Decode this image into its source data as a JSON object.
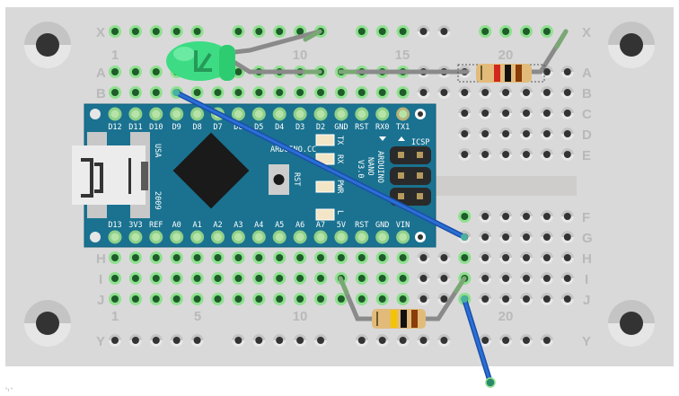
{
  "board": {
    "name": "Mini breadboard",
    "row_labels_top": [
      "X",
      "A",
      "B",
      "C",
      "D",
      "E"
    ],
    "row_labels_bottom": [
      "F",
      "G",
      "H",
      "I",
      "J",
      "Y"
    ],
    "col_labels": [
      "1",
      "5",
      "10",
      "15",
      "20"
    ],
    "col_label_values": [
      1,
      5,
      10,
      15,
      20
    ],
    "columns": 23,
    "colors": {
      "board": "#d9d9d9",
      "hole": "#333333",
      "hole_ring": "#c4c4c4",
      "hole_active": "#1e5c2a",
      "hole_active_ring": "#8ee08e",
      "label": "#b9b9b9",
      "divider": "#cfcdcb"
    }
  },
  "arduino": {
    "title_lines": [
      "ARDUINO",
      "NANO",
      "V3.0"
    ],
    "brand": "ARDUINO.CC",
    "usa": "USA",
    "year": "2009",
    "icsp": "ICSP",
    "rst_button": "RST",
    "leds": [
      "TX",
      "RX",
      "PWR",
      "L"
    ],
    "top_pins": [
      "D12",
      "D11",
      "D10",
      "D9",
      "D8",
      "D7",
      "D6",
      "D5",
      "D4",
      "D3",
      "D2",
      "GND",
      "RST",
      "RX0",
      "TX1"
    ],
    "bottom_pins": [
      "D13",
      "3V3",
      "REF",
      "A0",
      "A1",
      "A2",
      "A3",
      "A4",
      "A5",
      "A6",
      "A7",
      "5V",
      "RST",
      "GND",
      "VIN"
    ],
    "colors": {
      "pcb": "#1a7290",
      "pcb_border": "#0f5f7c",
      "chip": "#1a1a1a",
      "pad": "#b6e3a8"
    }
  },
  "components": {
    "led": {
      "color": "green",
      "hex": "#3ddc84"
    },
    "resistor_top": {
      "bands": [
        "#d1271f",
        "#111111",
        "#8a3c0a"
      ]
    },
    "resistor_bottom": {
      "bands": [
        "#f5c400",
        "#111111",
        "#8a3c0a"
      ]
    },
    "wire_color": "#1f5fc4"
  },
  "footer": {
    "text": "°ı  °"
  }
}
